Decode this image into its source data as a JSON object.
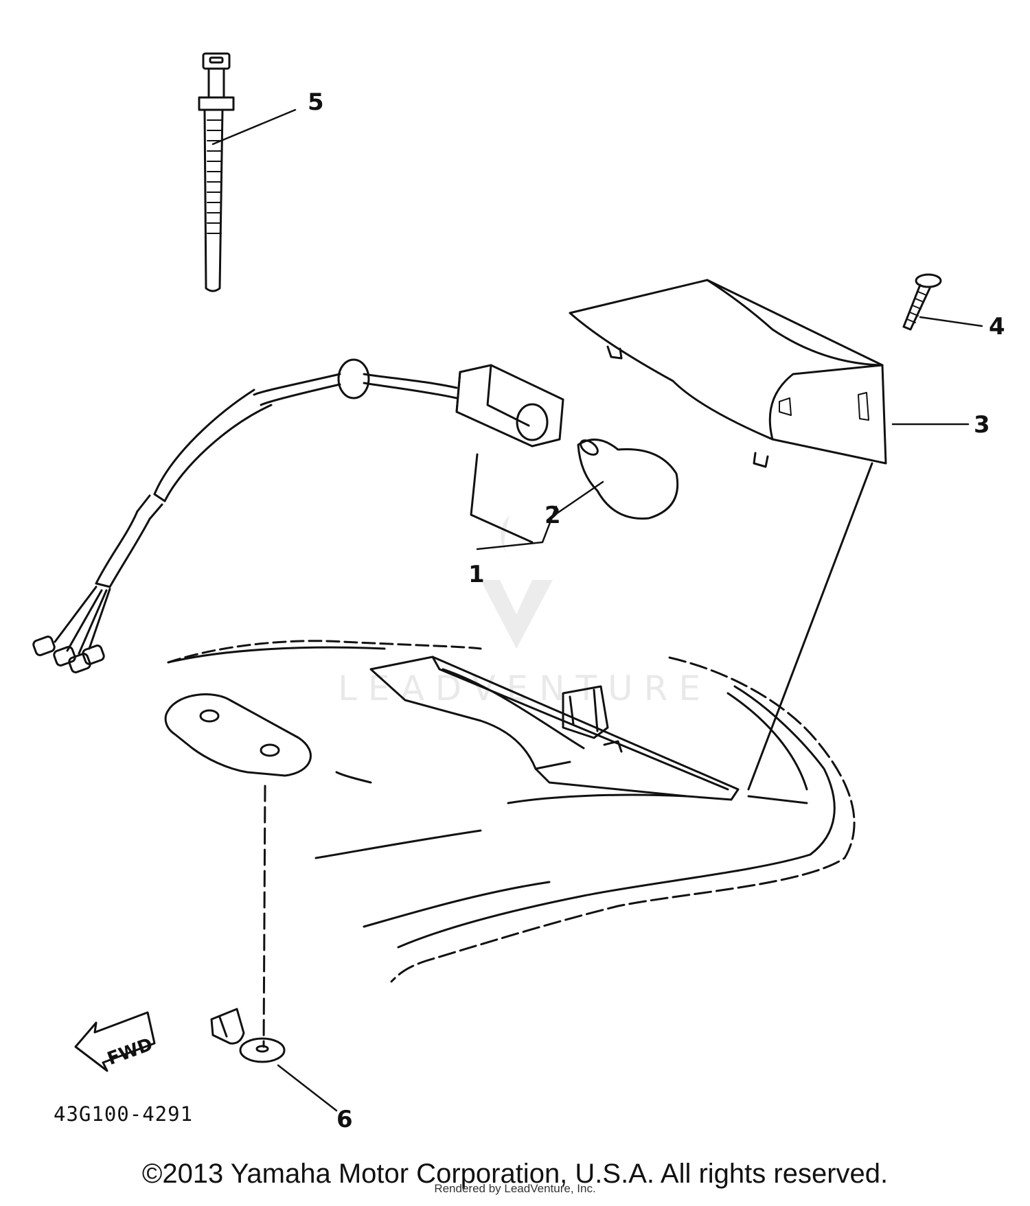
{
  "diagram": {
    "callouts": [
      {
        "id": "1",
        "label": "1"
      },
      {
        "id": "2",
        "label": "2"
      },
      {
        "id": "3",
        "label": "3"
      },
      {
        "id": "4",
        "label": "4"
      },
      {
        "id": "5",
        "label": "5"
      },
      {
        "id": "6",
        "label": "6"
      }
    ],
    "part_code": "43G100-4291",
    "fwd_label": "FWD",
    "watermark_text": "LEADVENTURE"
  },
  "footer": {
    "copyright": "©2013 Yamaha Motor Corporation, U.S.A. All rights reserved.",
    "rendered_by": "Rendered by LeadVenture, Inc."
  },
  "colors": {
    "line": "#111111",
    "watermark": "#e9e9e9",
    "background": "#ffffff"
  }
}
